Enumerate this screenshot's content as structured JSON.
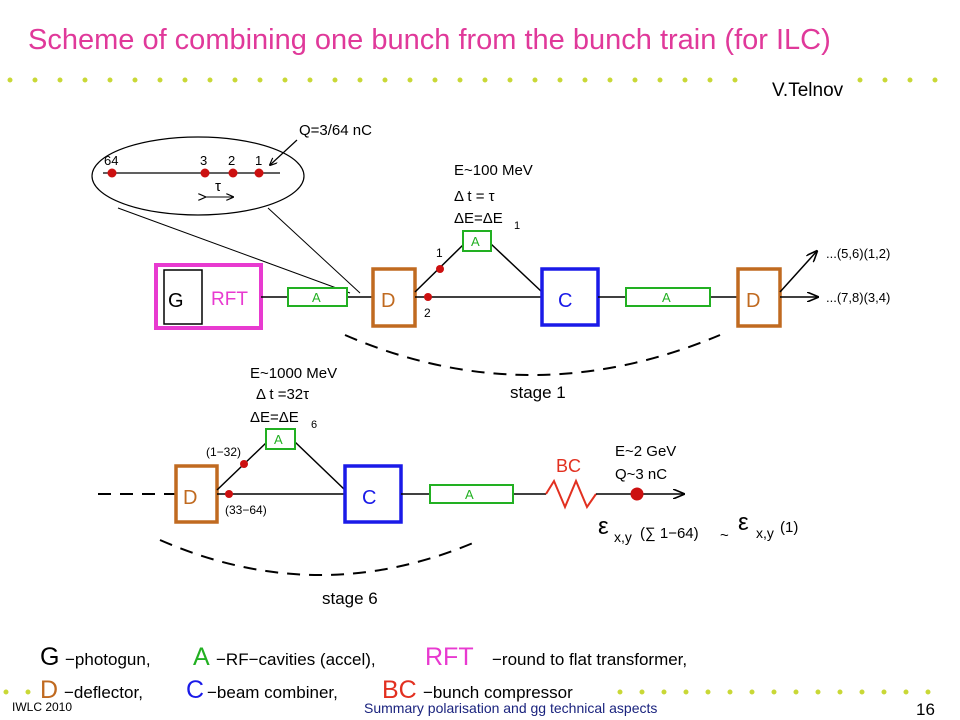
{
  "title": "Scheme of combining one bunch from the bunch train (for ILC)",
  "author": "V.Telnov",
  "footer": {
    "left": "IWLC 2010",
    "center": "Summary polarisation and gg technical aspects",
    "page": "16"
  },
  "bunch_train": {
    "charge": "Q=3/64 nC",
    "labels": [
      "64",
      "3",
      "2",
      "1"
    ],
    "tau": "τ"
  },
  "stage1": {
    "energy": "E~100 MeV",
    "dt": "Δ t = τ",
    "de": "ΔE=ΔE",
    "de_sub": "1",
    "path1": "1",
    "path2": "2",
    "out_upper": "...(5,6)(1,2)",
    "out_lower": "...(7,8)(3,4)",
    "label": "stage 1"
  },
  "stage6": {
    "energy": "E~1000 MeV",
    "dt": "Δ t =32τ",
    "de": "ΔE=ΔE",
    "de_sub": "6",
    "path_upper": "(1−32)",
    "path_lower": "(33−64)",
    "final_energy": "E~2 GeV",
    "final_charge": "Q~3 nC",
    "label": "stage 6"
  },
  "emittance": {
    "lhs_sub": "x,y",
    "lhs_arg": "(∑ 1−64)",
    "tilde": "~",
    "rhs_sub": "x,y",
    "rhs_arg": "(1)"
  },
  "blocks": {
    "G": "G",
    "RFT": "RFT",
    "A": "A",
    "D": "D",
    "C": "C",
    "BC": "BC"
  },
  "legend": {
    "G": "G",
    "G_desc": "−photogun,",
    "A": "A",
    "A_desc": "−RF−cavities (accel),",
    "RFT": "RFT",
    "RFT_desc": "−round to flat transformer,",
    "D": "D",
    "D_desc": "−deflector,",
    "C": "C",
    "C_desc": "−beam combiner,",
    "BC": "BC",
    "BC_desc": "−bunch compressor"
  },
  "colors": {
    "title": "#e0399a",
    "G_RFT": "#e83ad0",
    "A": "#22b022",
    "D": "#c06a20",
    "C": "#1a1ae8",
    "BC": "#e23020",
    "dots": "#cc1010",
    "dotted_line": "#c9d836"
  }
}
